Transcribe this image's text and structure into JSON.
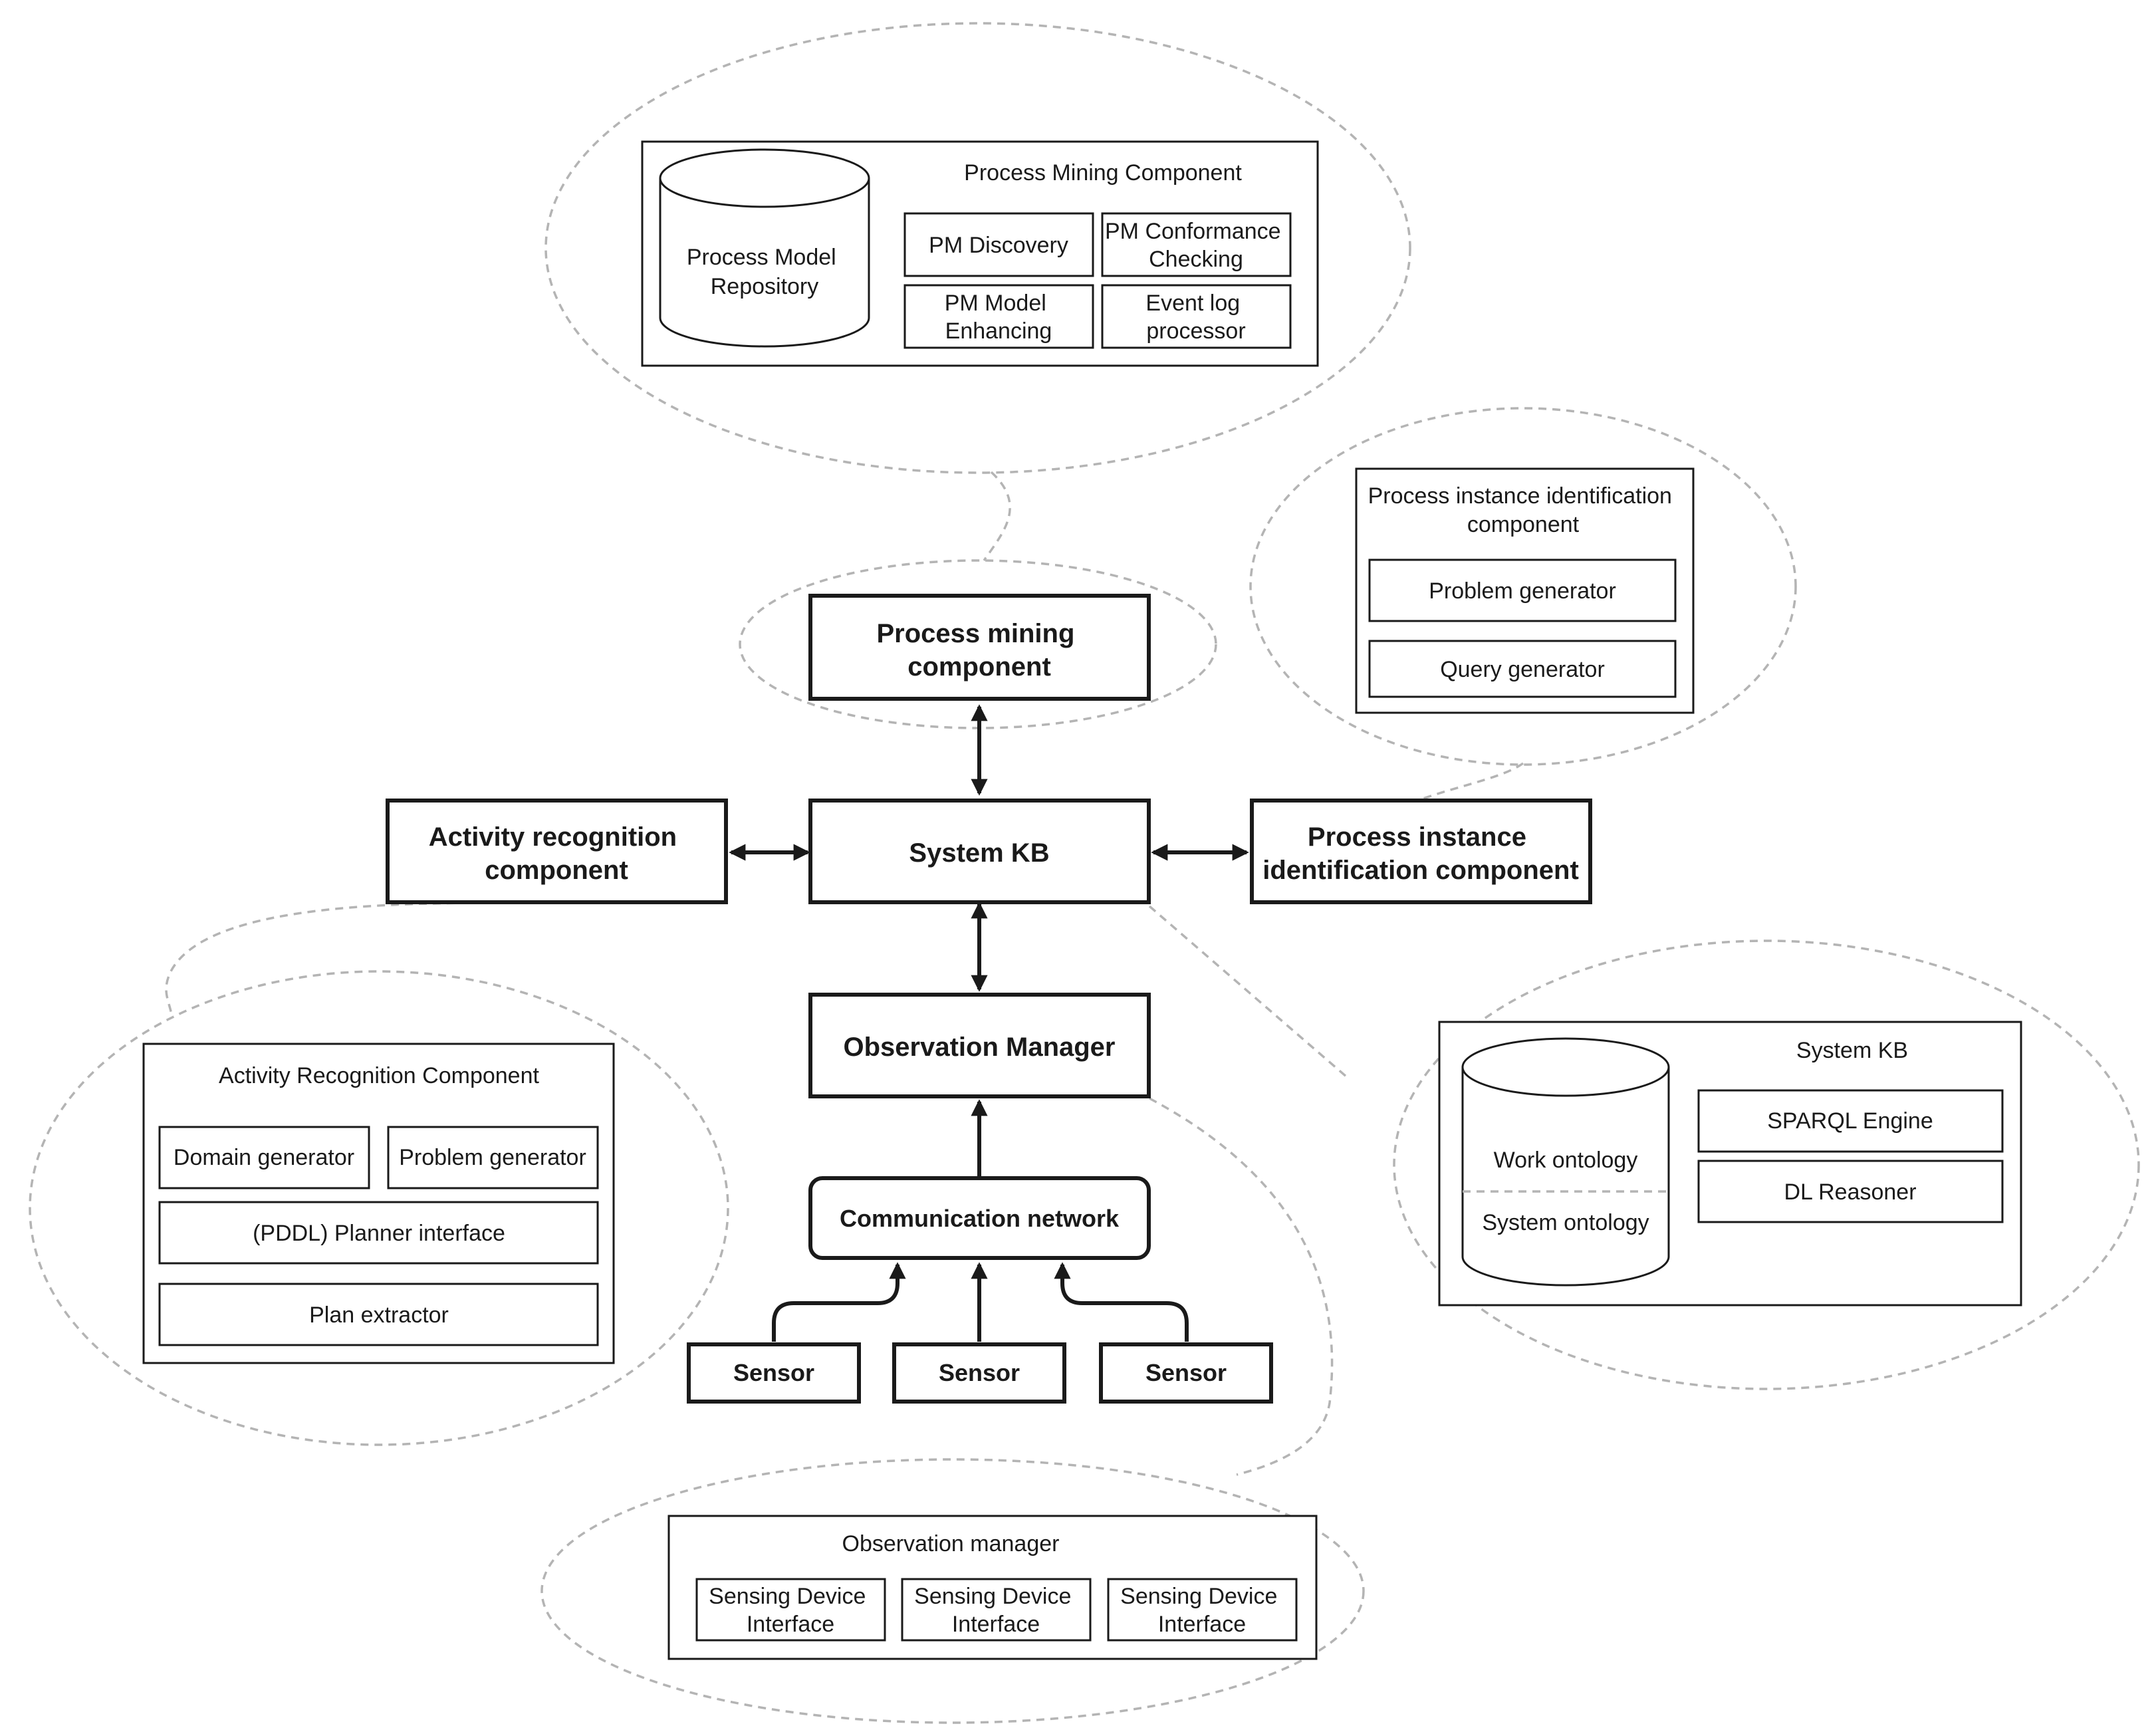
{
  "colors": {
    "line": "#1a1a1a",
    "callout": "#b4b4b4",
    "background": "#ffffff"
  },
  "main": {
    "process_mining": [
      "Process mining",
      "component"
    ],
    "system_kb": "System KB",
    "activity_recognition": [
      "Activity recognition",
      "component"
    ],
    "process_instance": [
      "Process instance",
      "identification component"
    ],
    "observation_manager": "Observation Manager",
    "communication_network": "Communication network",
    "sensors": [
      "Sensor",
      "Sensor",
      "Sensor"
    ]
  },
  "details": {
    "process_mining": {
      "title": "Process Mining Component",
      "repository": [
        "Process Model",
        "Repository"
      ],
      "modules": [
        [
          "PM Discovery"
        ],
        [
          "PM Conformance",
          "Checking"
        ],
        [
          "PM Model",
          "Enhancing"
        ],
        [
          "Event log",
          "processor"
        ]
      ]
    },
    "process_instance": {
      "title": [
        "Process instance identification",
        "component"
      ],
      "modules": [
        "Problem generator",
        "Query generator"
      ]
    },
    "activity_recognition": {
      "title": "Activity Recognition Component",
      "modules": [
        "Domain generator",
        "Problem generator",
        "(PDDL) Planner interface",
        "Plan extractor"
      ]
    },
    "system_kb": {
      "title": "System KB",
      "ontologies": [
        "Work ontology",
        "System ontology"
      ],
      "modules": [
        "SPARQL Engine",
        "DL Reasoner"
      ]
    },
    "observation_manager": {
      "title": "Observation manager",
      "modules": [
        [
          "Sensing Device",
          "Interface"
        ],
        [
          "Sensing Device",
          "Interface"
        ],
        [
          "Sensing Device",
          "Interface"
        ]
      ]
    }
  }
}
